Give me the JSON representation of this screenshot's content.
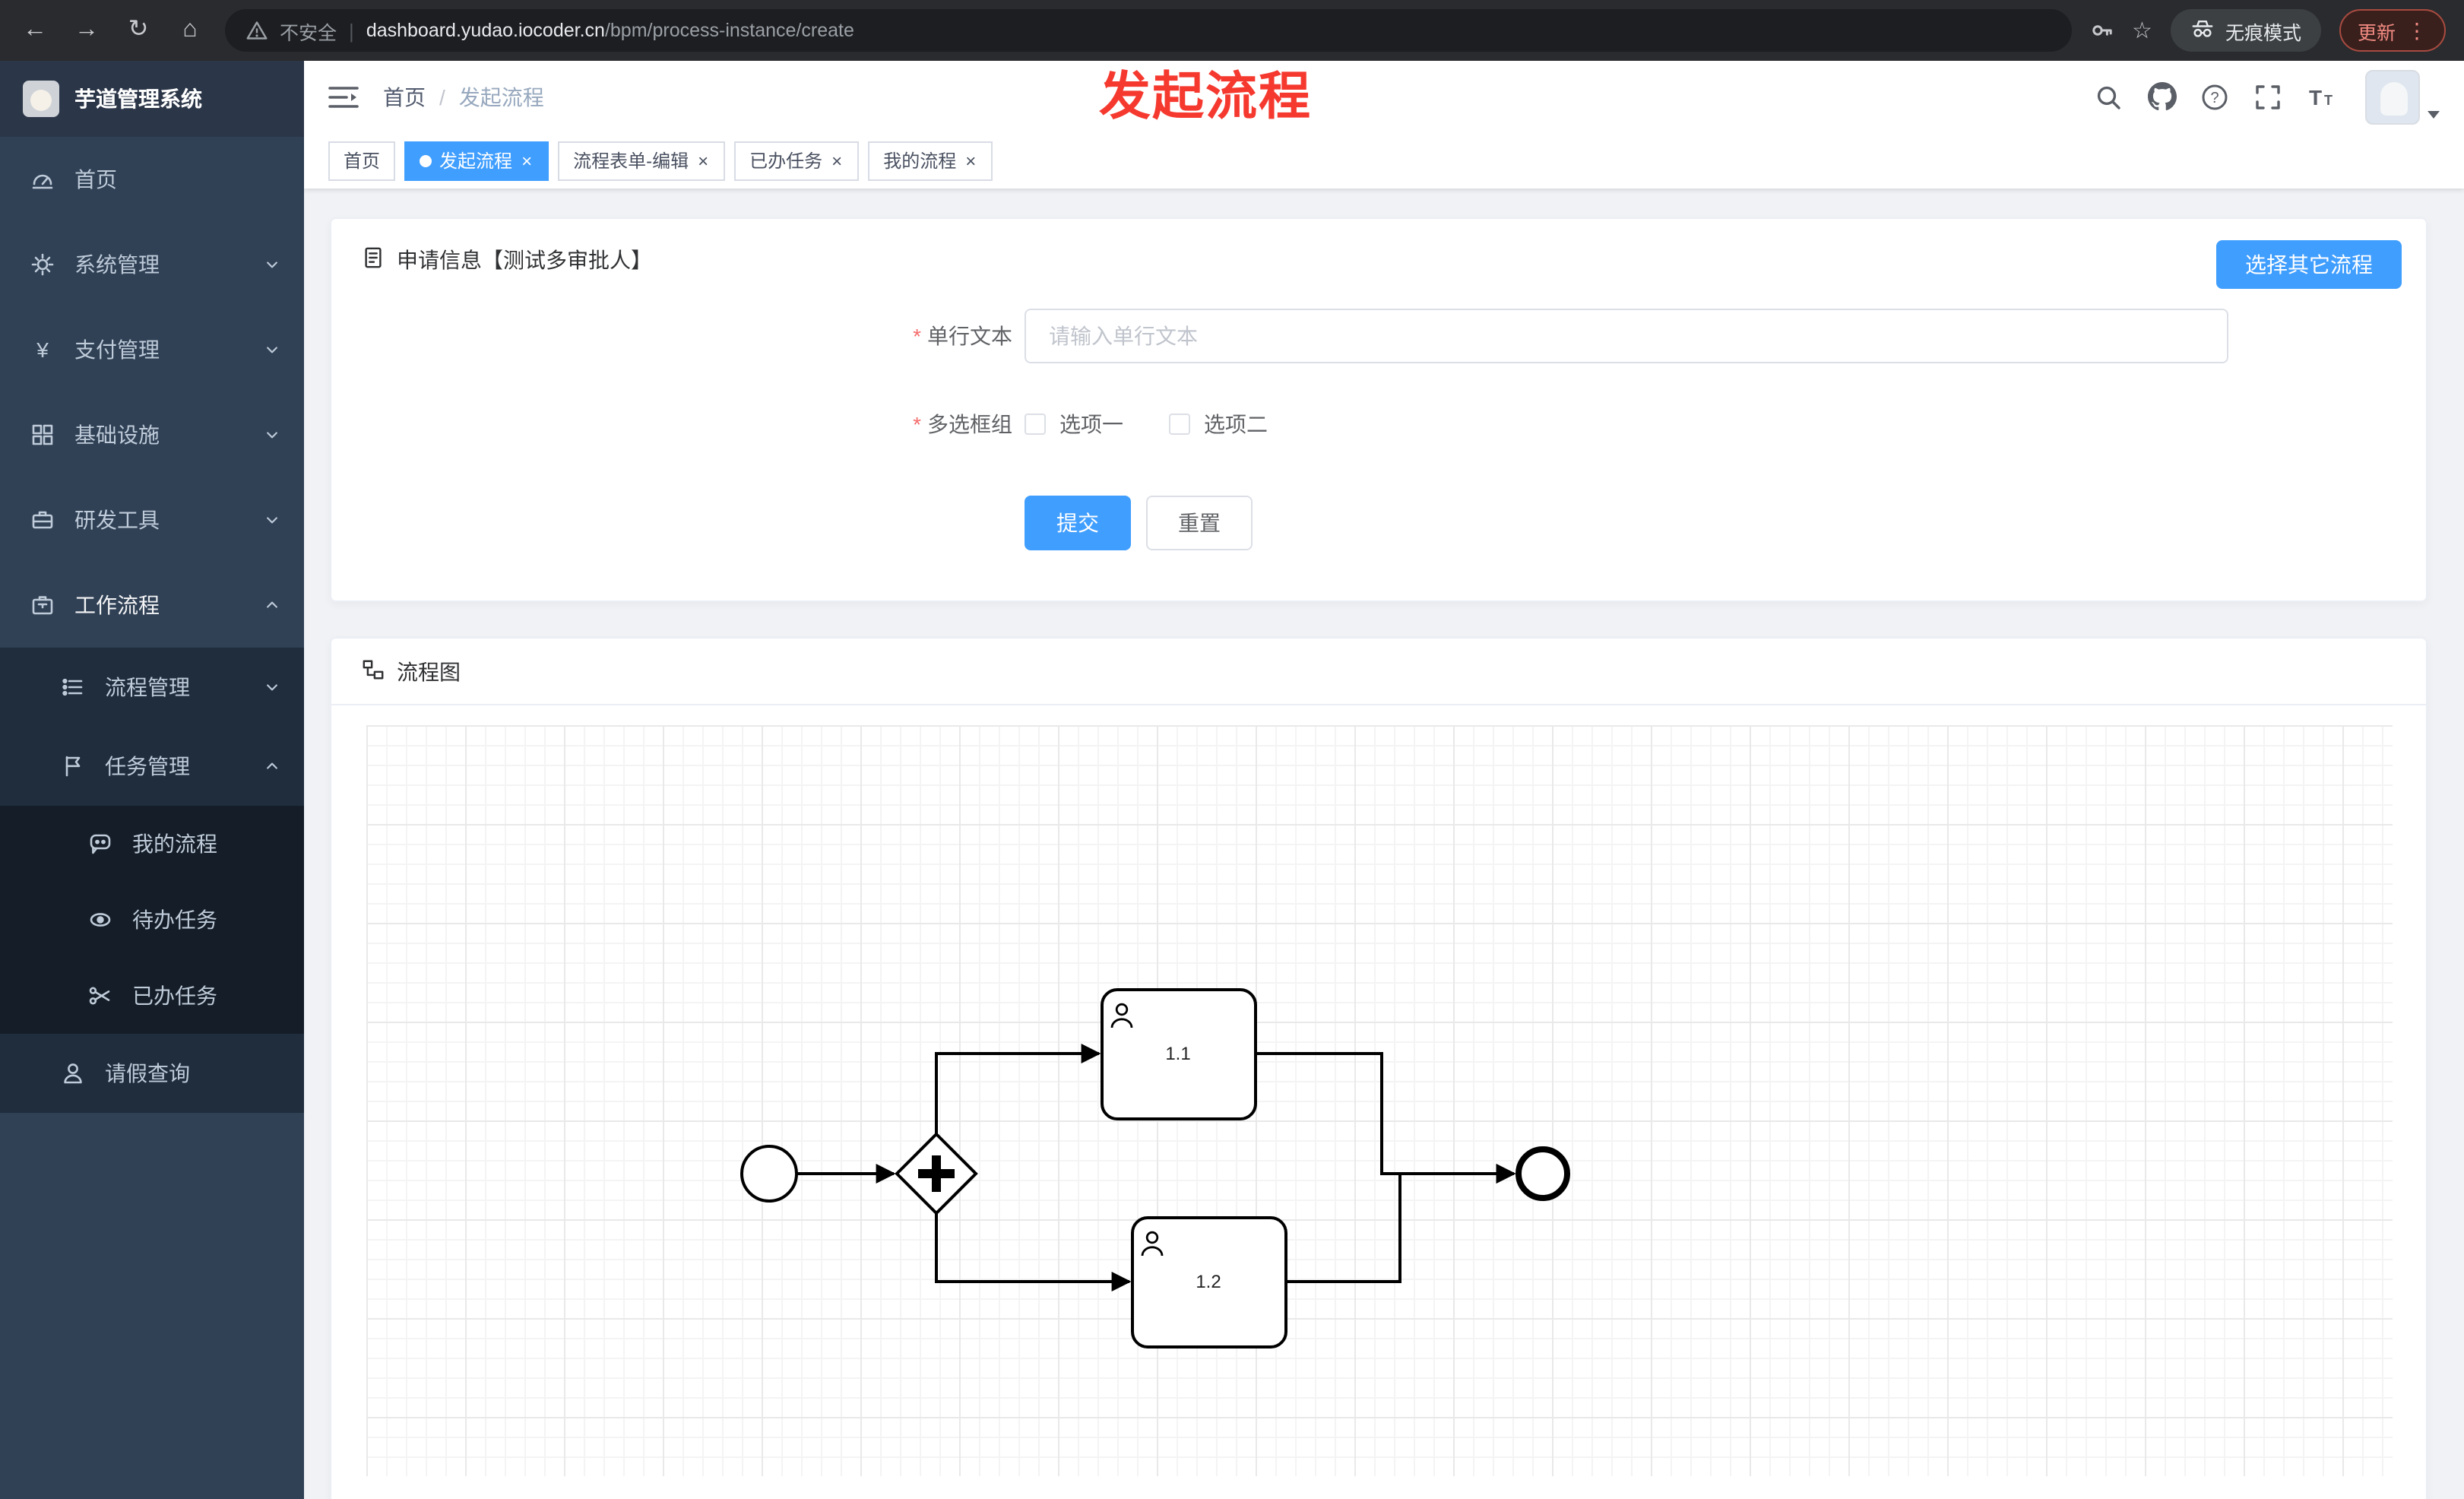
{
  "browser": {
    "security_label": "不安全",
    "url_domain": "dashboard.yudao.iocoder.cn",
    "url_path": "/bpm/process-instance/create",
    "incognito_label": "无痕模式",
    "update_label": "更新"
  },
  "glyphs": {
    "back": "←",
    "forward": "→",
    "reload": "↻",
    "home": "⌂",
    "star": "☆",
    "kebab": "⋮",
    "close": "×",
    "required": "*",
    "breadcrumb_sep": "/"
  },
  "sidebar": {
    "app_title": "芋道管理系统",
    "menu": [
      {
        "label": "首页"
      },
      {
        "label": "系统管理"
      },
      {
        "label": "支付管理"
      },
      {
        "label": "基础设施"
      },
      {
        "label": "研发工具"
      },
      {
        "label": "工作流程",
        "children": [
          {
            "label": "流程管理"
          },
          {
            "label": "任务管理",
            "children": [
              {
                "label": "我的流程"
              },
              {
                "label": "待办任务"
              },
              {
                "label": "已办任务"
              }
            ]
          },
          {
            "label": "请假查询"
          }
        ]
      }
    ]
  },
  "header": {
    "breadcrumb": {
      "root": "首页",
      "current": "发起流程"
    },
    "overlay_title": "发起流程"
  },
  "tabs": {
    "items": [
      {
        "label": "首页"
      },
      {
        "label": "发起流程"
      },
      {
        "label": "流程表单-编辑"
      },
      {
        "label": "已办任务"
      },
      {
        "label": "我的流程"
      }
    ]
  },
  "form_card": {
    "title": "申请信息【测试多审批人】",
    "switch_process_button": "选择其它流程",
    "text_field": {
      "label": "单行文本",
      "placeholder": "请输入单行文本"
    },
    "checkbox_group": {
      "label": "多选框组",
      "options": [
        "选项一",
        "选项二"
      ]
    },
    "submit_button": "提交",
    "reset_button": "重置"
  },
  "diagram_card": {
    "title": "流程图",
    "nodes": [
      {
        "type": "user-task",
        "label": "1.1"
      },
      {
        "type": "user-task",
        "label": "1.2"
      }
    ]
  },
  "colors": {
    "accent_blue": "#409eff",
    "overlay_red": "#f5392f",
    "sidebar_bg": "#304156",
    "submenu_bg": "#1f2d3d",
    "content_bg": "#f0f2f5"
  }
}
